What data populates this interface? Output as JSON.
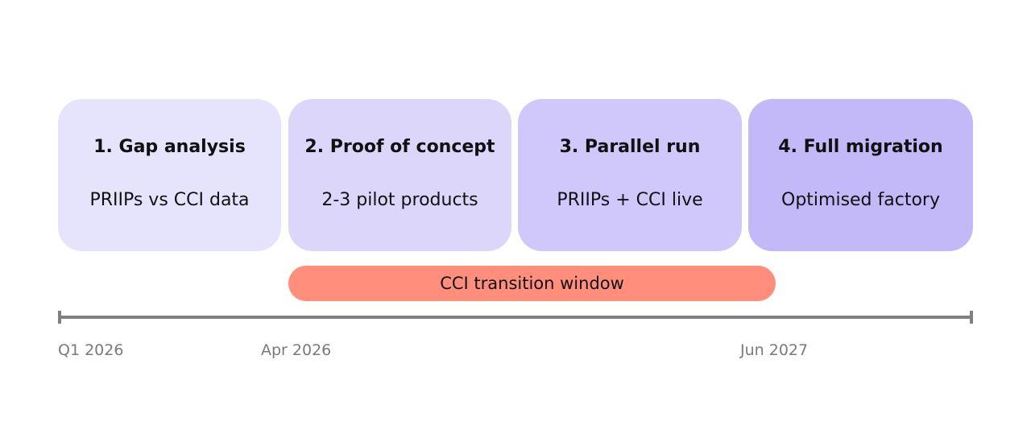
{
  "phases": [
    {
      "title": "1. Gap analysis",
      "subtitle": "PRIIPs vs CCI data",
      "color": "#e6e3fd"
    },
    {
      "title": "2. Proof of concept",
      "subtitle": "2-3 pilot products",
      "color": "#dcd6fb"
    },
    {
      "title": "3. Parallel run",
      "subtitle": "PRIIPs + CCI live",
      "color": "#d0c8fa"
    },
    {
      "title": "4. Full migration",
      "subtitle": "Optimised factory",
      "color": "#c3b8f8"
    }
  ],
  "transition_window": {
    "label": "CCI transition window",
    "color": "#ff8e7c"
  },
  "timeline": {
    "labels": [
      "Q1 2026",
      "Apr 2026",
      "Jun 2027"
    ],
    "axis_color": "#808080"
  }
}
